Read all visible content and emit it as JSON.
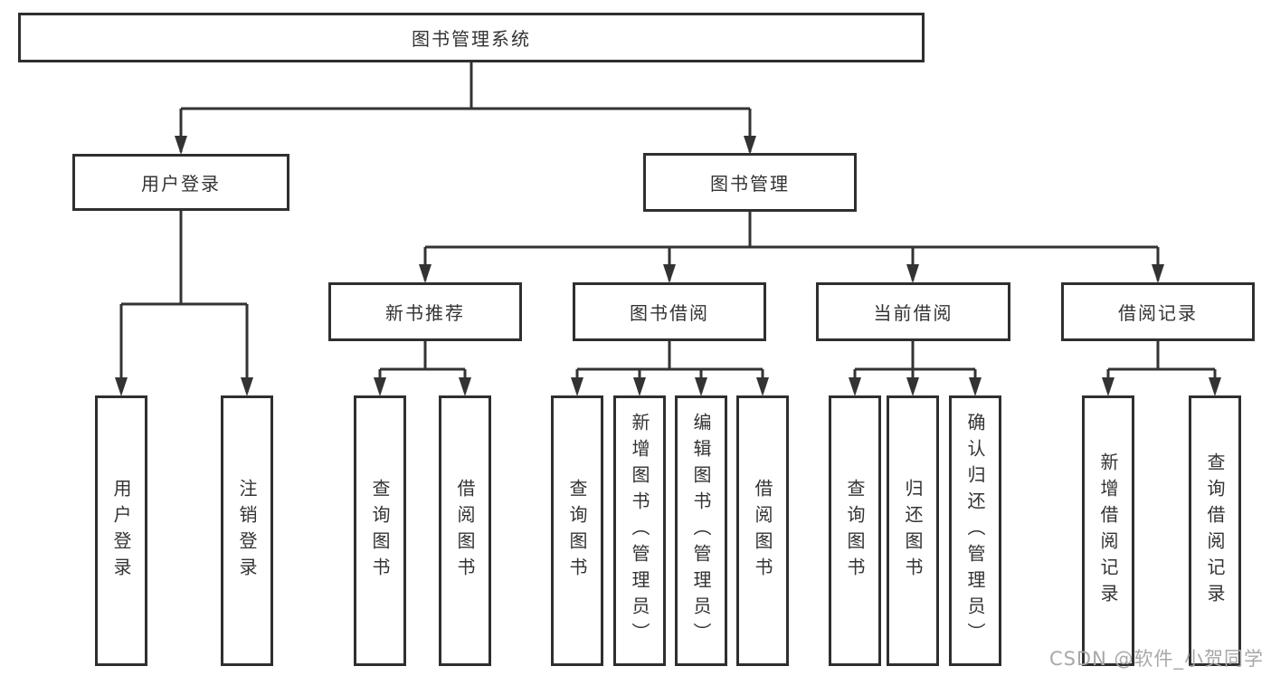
{
  "diagram": {
    "type": "tree",
    "tree": {
      "root": {
        "label": "图书管理系统",
        "children": [
          {
            "label": "用户登录",
            "children": [
              {
                "label": "用户登录"
              },
              {
                "label": "注销登录"
              }
            ]
          },
          {
            "label": "图书管理",
            "children": [
              {
                "label": "新书推荐",
                "children": [
                  {
                    "label": "查询图书"
                  },
                  {
                    "label": "借阅图书"
                  }
                ]
              },
              {
                "label": "图书借阅",
                "children": [
                  {
                    "label": "查询图书"
                  },
                  {
                    "label": "新增图书（管理员）"
                  },
                  {
                    "label": "编辑图书（管理员）"
                  },
                  {
                    "label": "借阅图书"
                  }
                ]
              },
              {
                "label": "当前借阅",
                "children": [
                  {
                    "label": "查询图书"
                  },
                  {
                    "label": "归还图书"
                  },
                  {
                    "label": "确认归还（管理员）"
                  }
                ]
              },
              {
                "label": "借阅记录",
                "children": [
                  {
                    "label": "新增借阅记录"
                  },
                  {
                    "label": "查询借阅记录"
                  }
                ]
              }
            ]
          }
        ]
      }
    },
    "colors": {
      "line": "#333333",
      "box_border": "#2f2f2f",
      "text": "#333333",
      "background": "#ffffff",
      "watermark": "#a8a8a8"
    }
  },
  "watermark": {
    "text": "CSDN @软件_小贺同学"
  }
}
